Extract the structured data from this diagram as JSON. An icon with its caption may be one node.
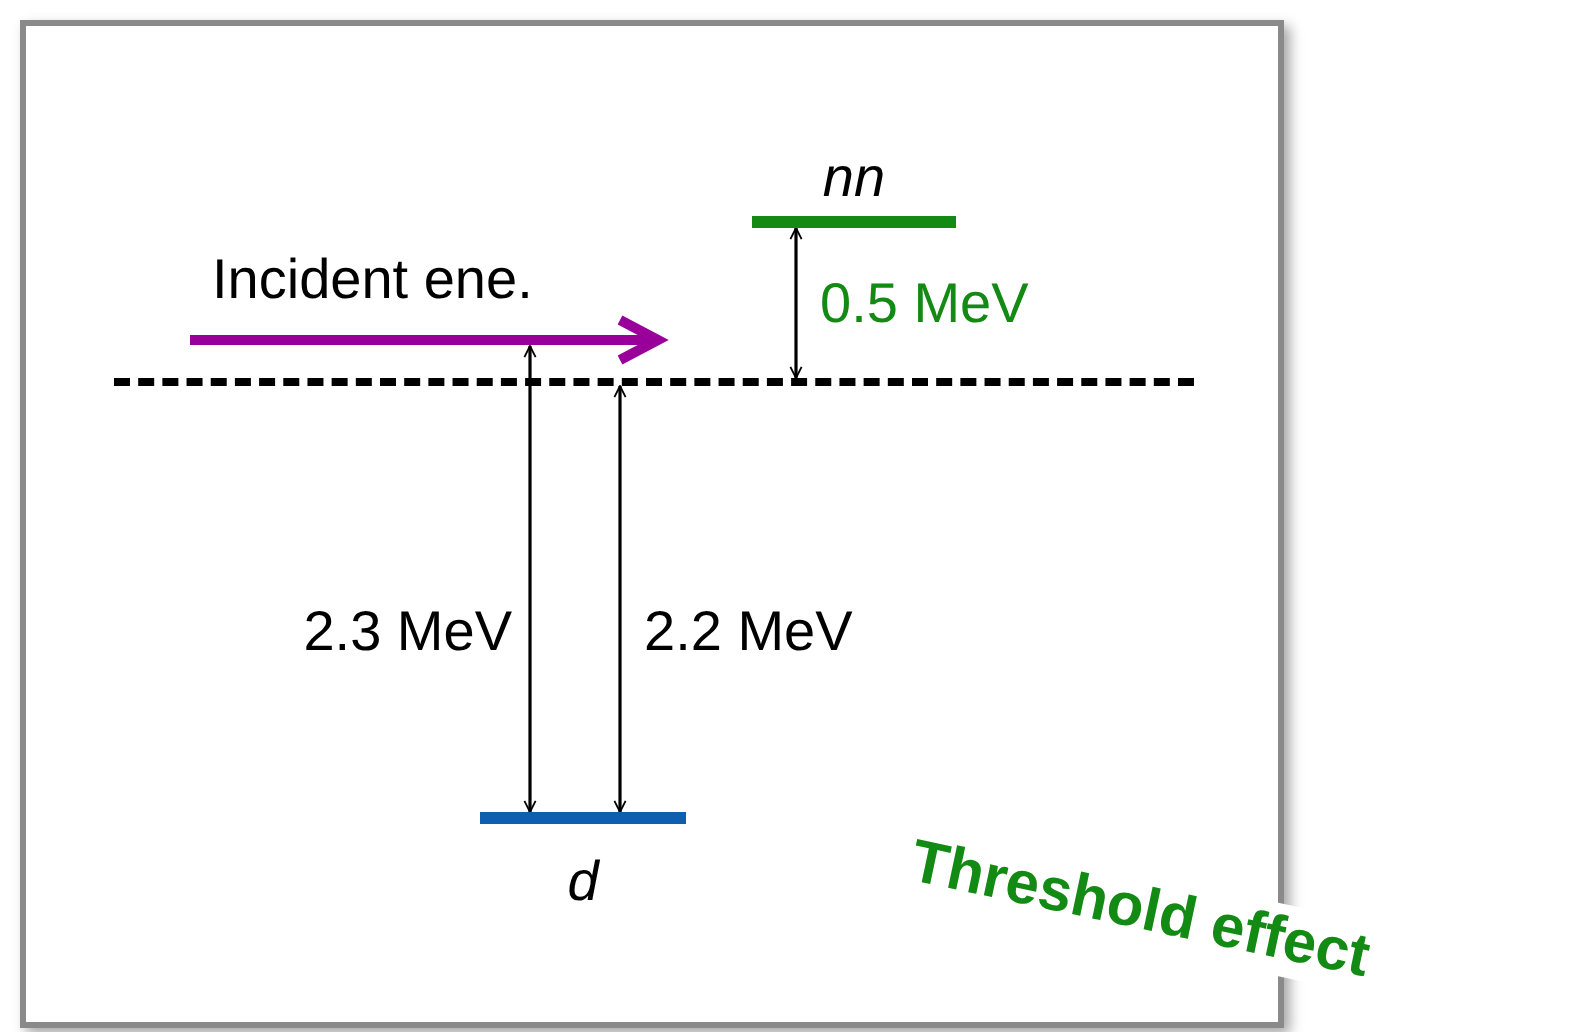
{
  "diagram": {
    "nodes": [
      {
        "text": [
          "nn"
        ]
      },
      {
        "text": [],
        "shape": "line"
      },
      {
        "text": [
          "d"
        ]
      },
      {
        "text": [
          "Incident ene."
        ]
      }
    ],
    "edges": [
      {
        "from": 1,
        "to": 0,
        "arrow": "both",
        "label": "0.5 MeV"
      },
      {
        "from": 2,
        "to": 3,
        "arrow": "both",
        "label": "2.3 MeV"
      },
      {
        "from": 2,
        "to": 1,
        "arrow": "both",
        "label": "2.2 MeV"
      }
    ],
    "labels": [
      "Threshold effect"
    ]
  }
}
